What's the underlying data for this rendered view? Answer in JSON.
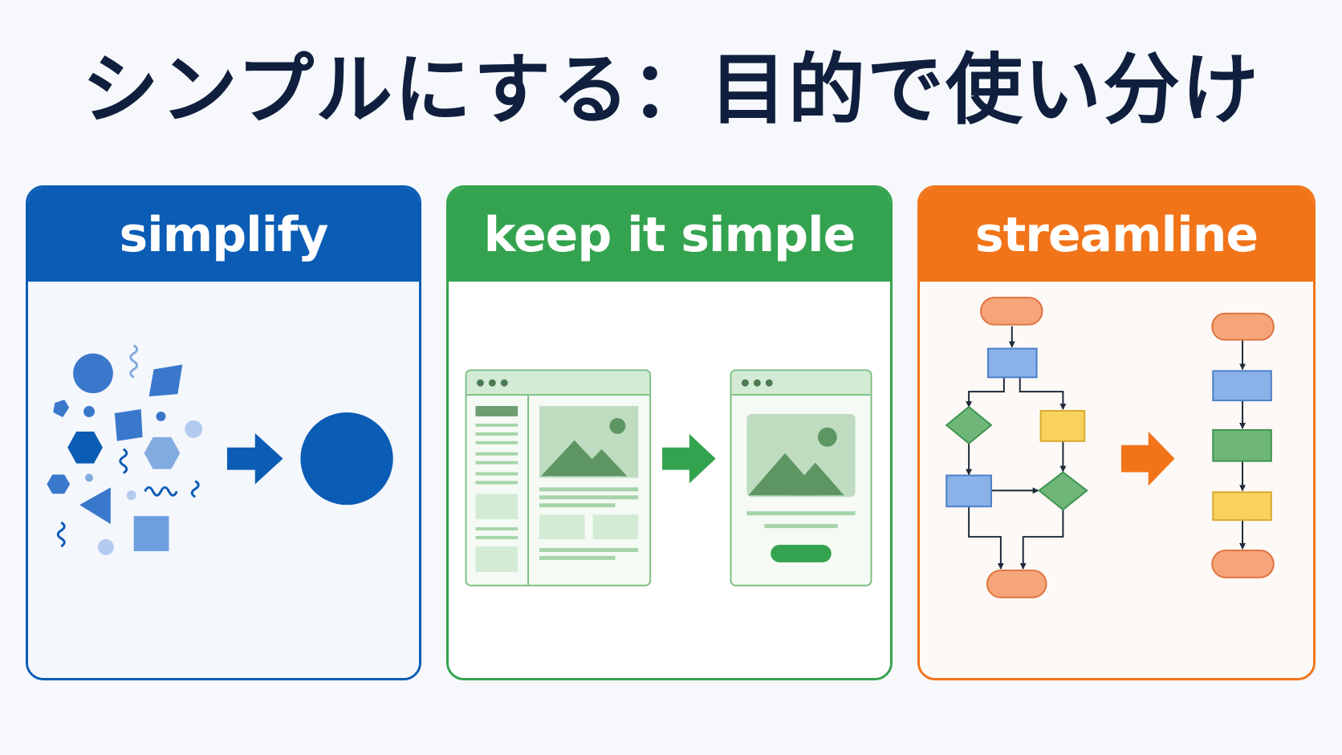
{
  "title": "シンプルにする：目的で使い分け",
  "cards": [
    {
      "label": "simplify",
      "color": "#0b5cb5",
      "body_bg": "#f4f7fc"
    },
    {
      "label": "keep it simple",
      "color": "#34a34f",
      "body_bg": "#ffffff"
    },
    {
      "label": "streamline",
      "color": "#f27419",
      "body_bg": "#fdf9f6"
    }
  ],
  "icons": {
    "simplify": [
      "scattered-shapes",
      "arrow-right-icon",
      "single-circle"
    ],
    "keep": [
      "cluttered-webpage-icon",
      "arrow-right-icon",
      "clean-webpage-icon"
    ],
    "streamline": [
      "complex-flowchart",
      "arrow-right-icon",
      "linear-flowchart"
    ]
  }
}
